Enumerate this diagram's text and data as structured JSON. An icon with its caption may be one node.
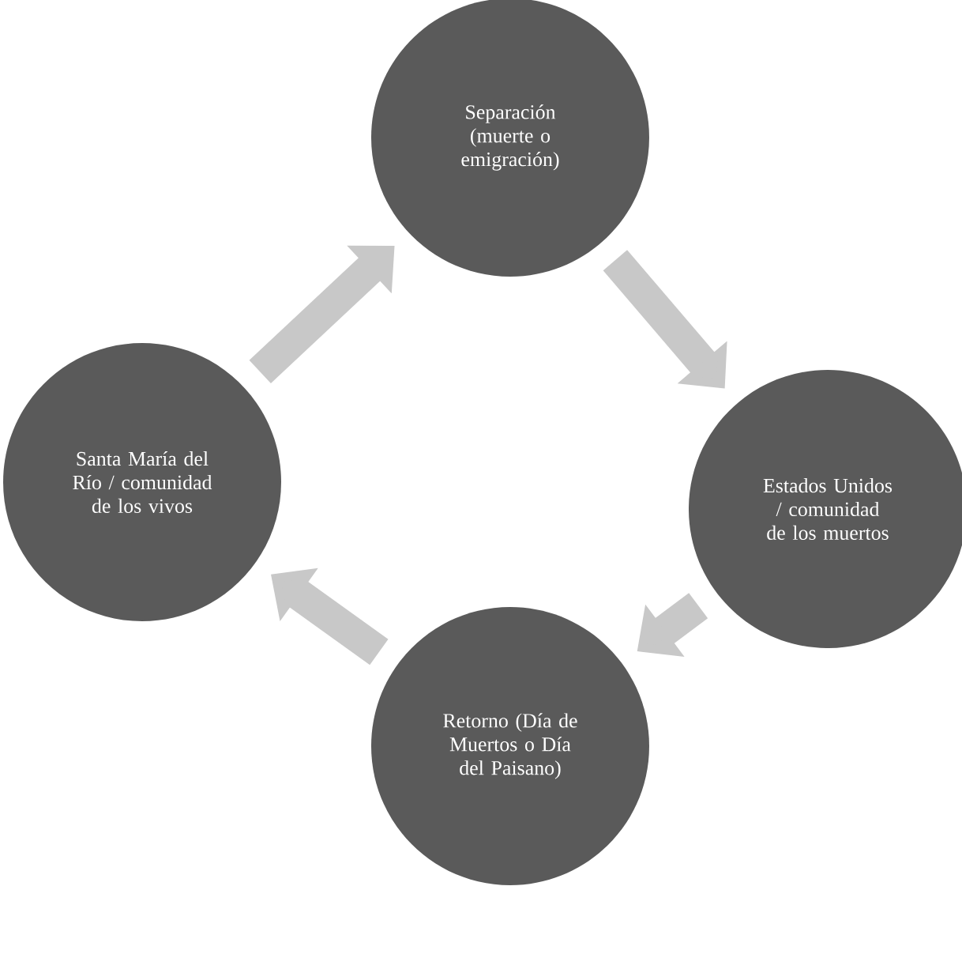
{
  "diagram": {
    "nodes": [
      {
        "text": [
          "Separación (muerte o emigración)"
        ]
      },
      {
        "text": [
          "Estados Unidos / comunidad de los muertos"
        ]
      },
      {
        "text": [
          "Retorno (Día de Muertos o Día del Paisano)"
        ]
      },
      {
        "text": [
          "Santa María del Río / comunidad de los vivos"
        ]
      }
    ],
    "edges": [
      {
        "from": 0,
        "to": 1,
        "arrow": "to"
      },
      {
        "from": 1,
        "to": 2,
        "arrow": "to"
      },
      {
        "from": 2,
        "to": 3,
        "arrow": "to"
      },
      {
        "from": 3,
        "to": 0,
        "arrow": "to"
      }
    ]
  }
}
